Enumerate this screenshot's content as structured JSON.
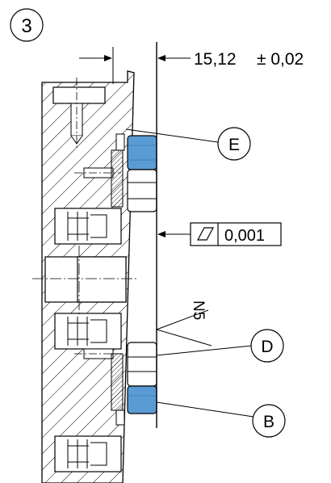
{
  "figure_number": "3",
  "dimension": {
    "value": "15,12",
    "tolerance": "± 0,02"
  },
  "flatness": {
    "symbol": "flatness-parallelogram-icon",
    "value": "0,001"
  },
  "surface_finish": "N5",
  "callouts": {
    "e": "E",
    "d": "D",
    "b": "B"
  },
  "colors": {
    "highlight": "#5b9bd5",
    "highlight_dark": "#3f7fbf",
    "line": "#000000",
    "background": "#ffffff"
  }
}
